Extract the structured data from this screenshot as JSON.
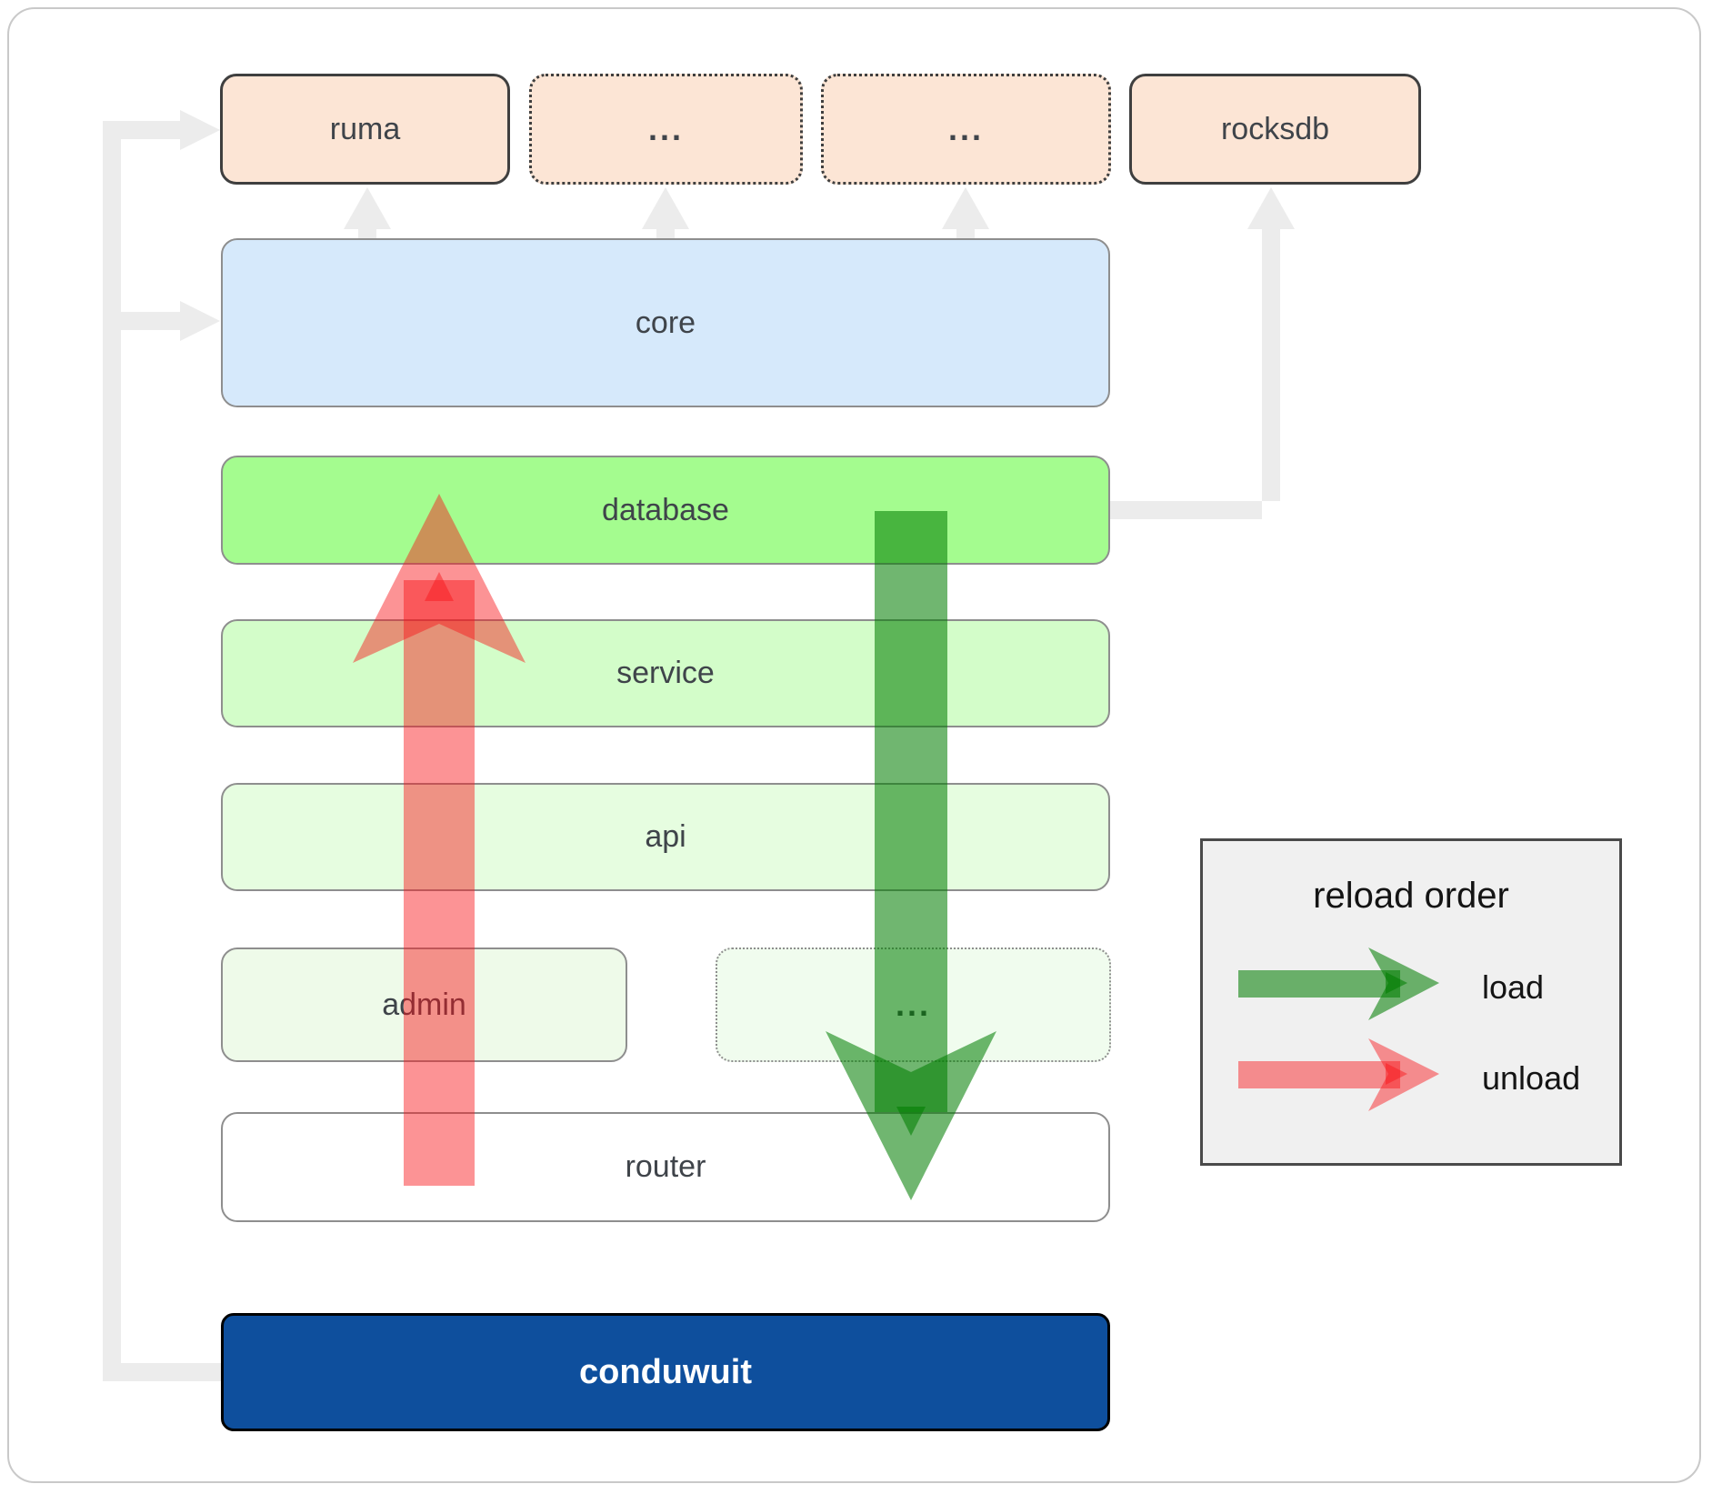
{
  "nodes": {
    "ruma": "ruma",
    "dots_top_1": "...",
    "dots_top_2": "...",
    "rocksdb": "rocksdb",
    "core": "core",
    "database": "database",
    "service": "service",
    "api": "api",
    "admin": "admin",
    "dots_mid": "...",
    "router": "router",
    "conduwuit": "conduwuit"
  },
  "legend": {
    "title": "reload order",
    "items": [
      {
        "label": "load",
        "arrow": "green-right-arrow",
        "color": "#007d00"
      },
      {
        "label": "unload",
        "arrow": "red-right-arrow",
        "color": "#f91423"
      }
    ]
  },
  "colors": {
    "crate_fill": "#fce5d5",
    "core_fill": "#d6e9fb",
    "database_fill": "#a4fc8f",
    "service_fill": "#d3fdc9",
    "api_fill": "#e6fde0",
    "conduwuit_fill": "#0e4f9d",
    "load_arrow": "#007d00",
    "unload_arrow": "#f91423",
    "connector_gray": "#ececec"
  }
}
